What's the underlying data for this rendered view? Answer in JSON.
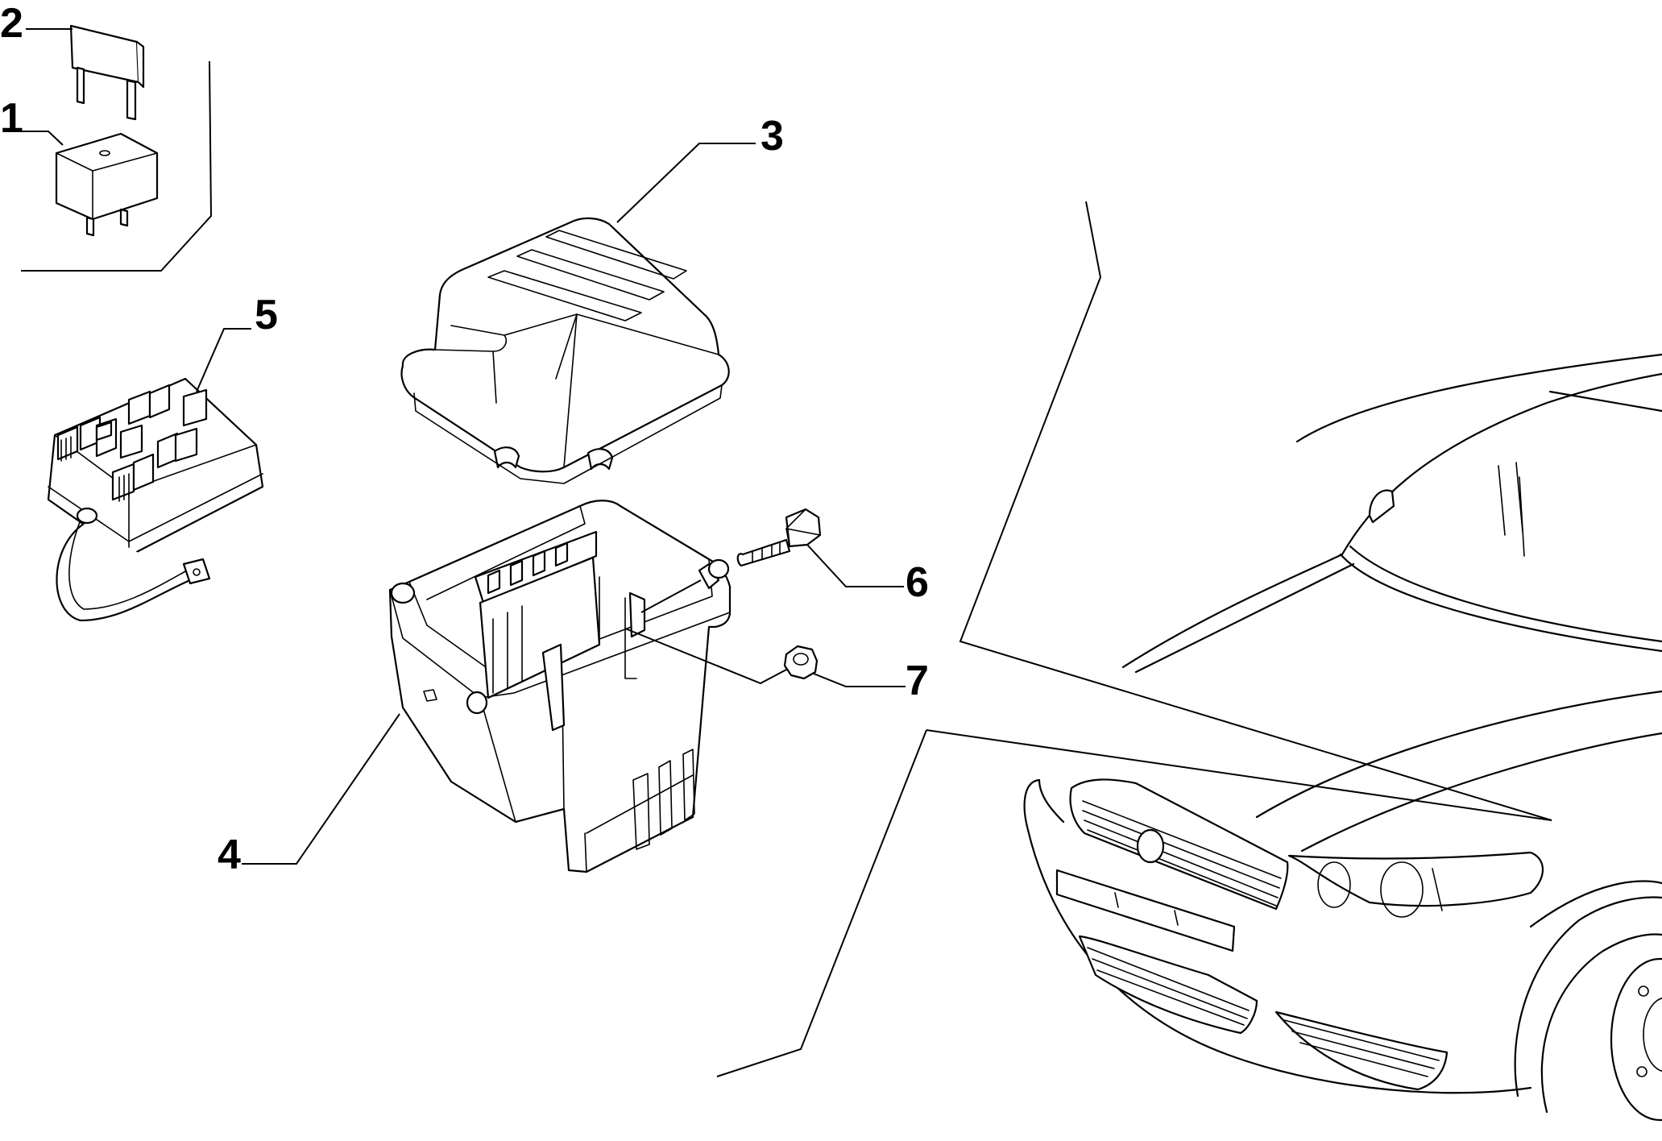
{
  "callouts": {
    "c1": "1",
    "c2": "2",
    "c3": "3",
    "c4": "4",
    "c5": "5",
    "c6": "6",
    "c7": "7"
  },
  "parts": [
    {
      "number": "1",
      "icon": "relay-icon"
    },
    {
      "number": "2",
      "icon": "blade-fuse-icon"
    },
    {
      "number": "3",
      "icon": "fuse-box-cover-icon"
    },
    {
      "number": "4",
      "icon": "fuse-box-housing-icon"
    },
    {
      "number": "5",
      "icon": "fuse-relay-block-icon"
    },
    {
      "number": "6",
      "icon": "bolt-icon"
    },
    {
      "number": "7",
      "icon": "nut-icon"
    }
  ],
  "colors": {
    "line": "#000000",
    "background": "#ffffff"
  }
}
